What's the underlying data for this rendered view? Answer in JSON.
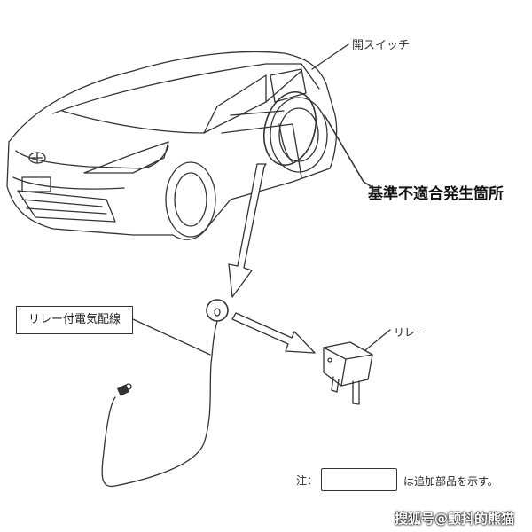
{
  "labels": {
    "switch": "開スイッチ",
    "defect_location": "基準不適合発生箇所",
    "wiring": "リレー付電気配線",
    "relay": "リレー"
  },
  "note": {
    "prefix": "注：",
    "text": "は追加部品を示す。"
  },
  "watermark": "搜狐号@颤抖的熊猫"
}
